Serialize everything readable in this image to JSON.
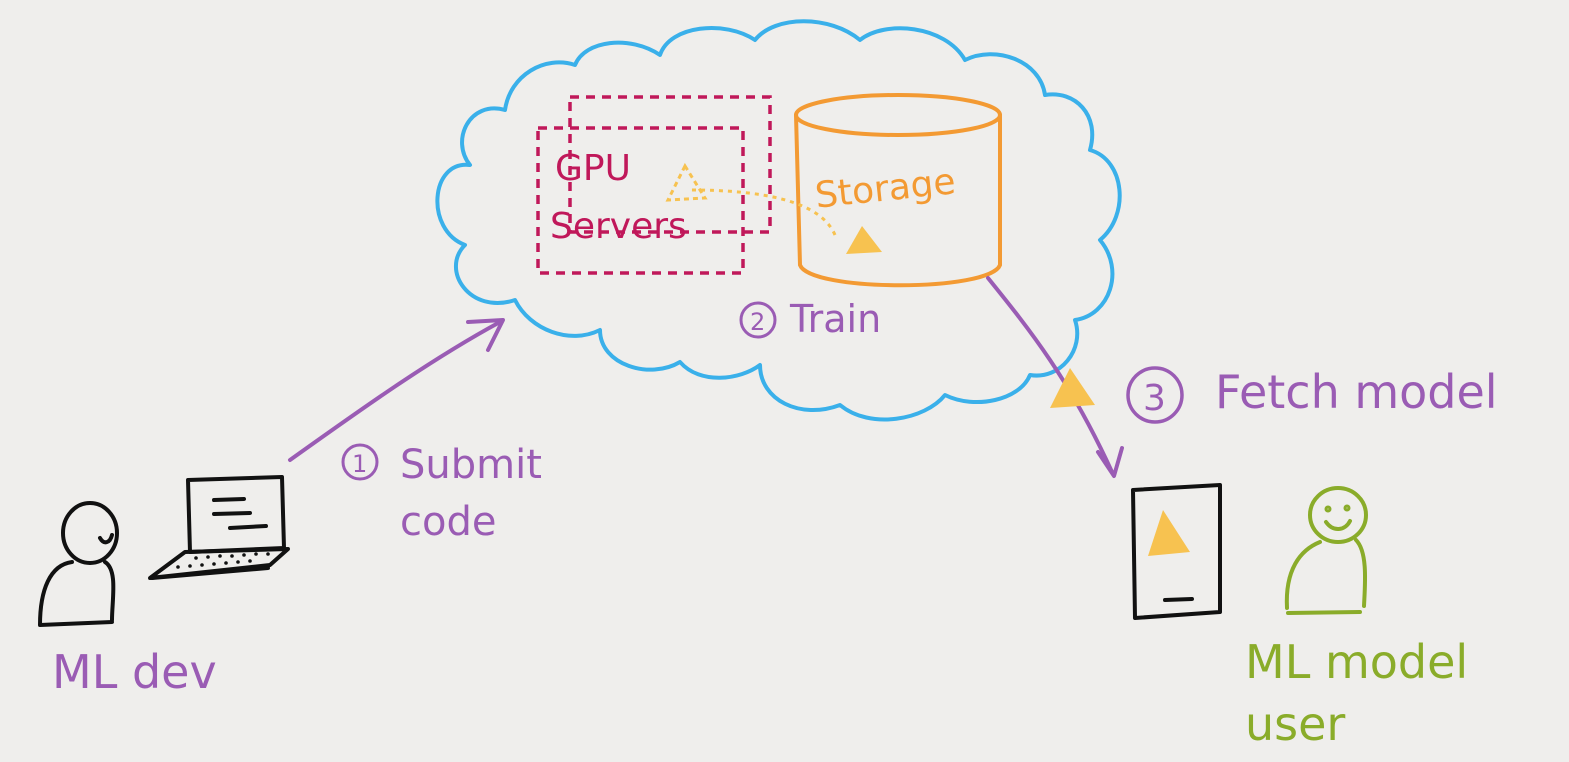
{
  "colors": {
    "background": "#efeeec",
    "cloud": "#3ab0ea",
    "gpu": "#c0185a",
    "storage": "#f39a33",
    "model": "#f7c250",
    "flow": "#9a5cb4",
    "user": "#8aac2a",
    "ink": "#111111"
  },
  "icons": {
    "dev": "person-icon",
    "laptop": "laptop-icon",
    "phone": "phone-icon",
    "user": "smiling-person-icon",
    "model": "triangle-icon",
    "storage": "cylinder-icon",
    "cloud": "cloud-icon"
  },
  "labels": {
    "gpu_line1": "GPU",
    "gpu_line2": "Servers",
    "storage": "Storage",
    "step2_num": "2",
    "step2_text": "Train",
    "step1_num": "1",
    "step1_line1": "Submit",
    "step1_line2": "code",
    "step3_num": "3",
    "step3_text": "Fetch model",
    "dev": "ML dev",
    "user_line1": "ML model",
    "user_line2": "user"
  }
}
